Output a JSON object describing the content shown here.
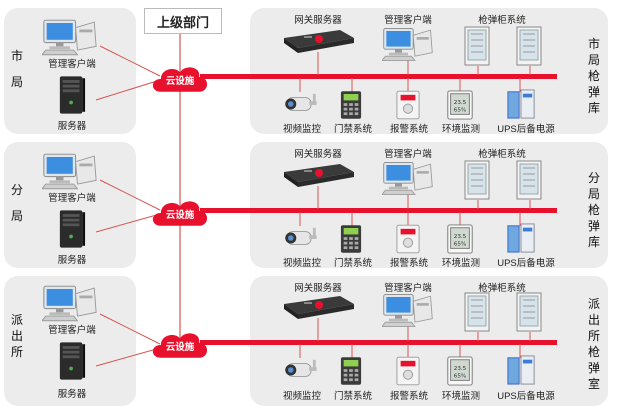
{
  "superior_dept": "上级部门",
  "cloud_label": "云设施",
  "tiers": [
    {
      "left_name": [
        "市",
        "局"
      ],
      "left_devices": {
        "client": "管理客户端",
        "server": "服务器"
      },
      "top_devices": {
        "gateway": "网关服务器",
        "client": "管理客户端",
        "cabinet": "枪弹柜系统"
      },
      "bottom_devices": {
        "video": "视频监控",
        "access": "门禁系统",
        "alarm": "报警系统",
        "env": "环境监测",
        "ups": "UPS后备电源"
      },
      "right_name": [
        "市",
        "局",
        "枪",
        "弹",
        "库"
      ]
    },
    {
      "left_name": [
        "分",
        "局"
      ],
      "left_devices": {
        "client": "管理客户端",
        "server": "服务器"
      },
      "top_devices": {
        "gateway": "网关服务器",
        "client": "管理客户端",
        "cabinet": "枪弹柜系统"
      },
      "bottom_devices": {
        "video": "视频监控",
        "access": "门禁系统",
        "alarm": "报警系统",
        "env": "环境监测",
        "ups": "UPS后备电源"
      },
      "right_name": [
        "分",
        "局",
        "枪",
        "弹",
        "库"
      ]
    },
    {
      "left_name": [
        "派",
        "出",
        "所"
      ],
      "left_devices": {
        "client": "管理客户端",
        "server": "服务器"
      },
      "top_devices": {
        "gateway": "网关服务器",
        "client": "管理客户端",
        "cabinet": "枪弹柜系统"
      },
      "bottom_devices": {
        "video": "视频监控",
        "access": "门禁系统",
        "alarm": "报警系统",
        "env": "环境监测",
        "ups": "UPS后备电源"
      },
      "right_name": [
        "派",
        "出",
        "所",
        "枪",
        "弹",
        "室"
      ]
    }
  ],
  "colors": {
    "bus": "#e8112d",
    "panel": "#ececec",
    "cloud": "#e8112d",
    "wire": "#d9534f"
  }
}
